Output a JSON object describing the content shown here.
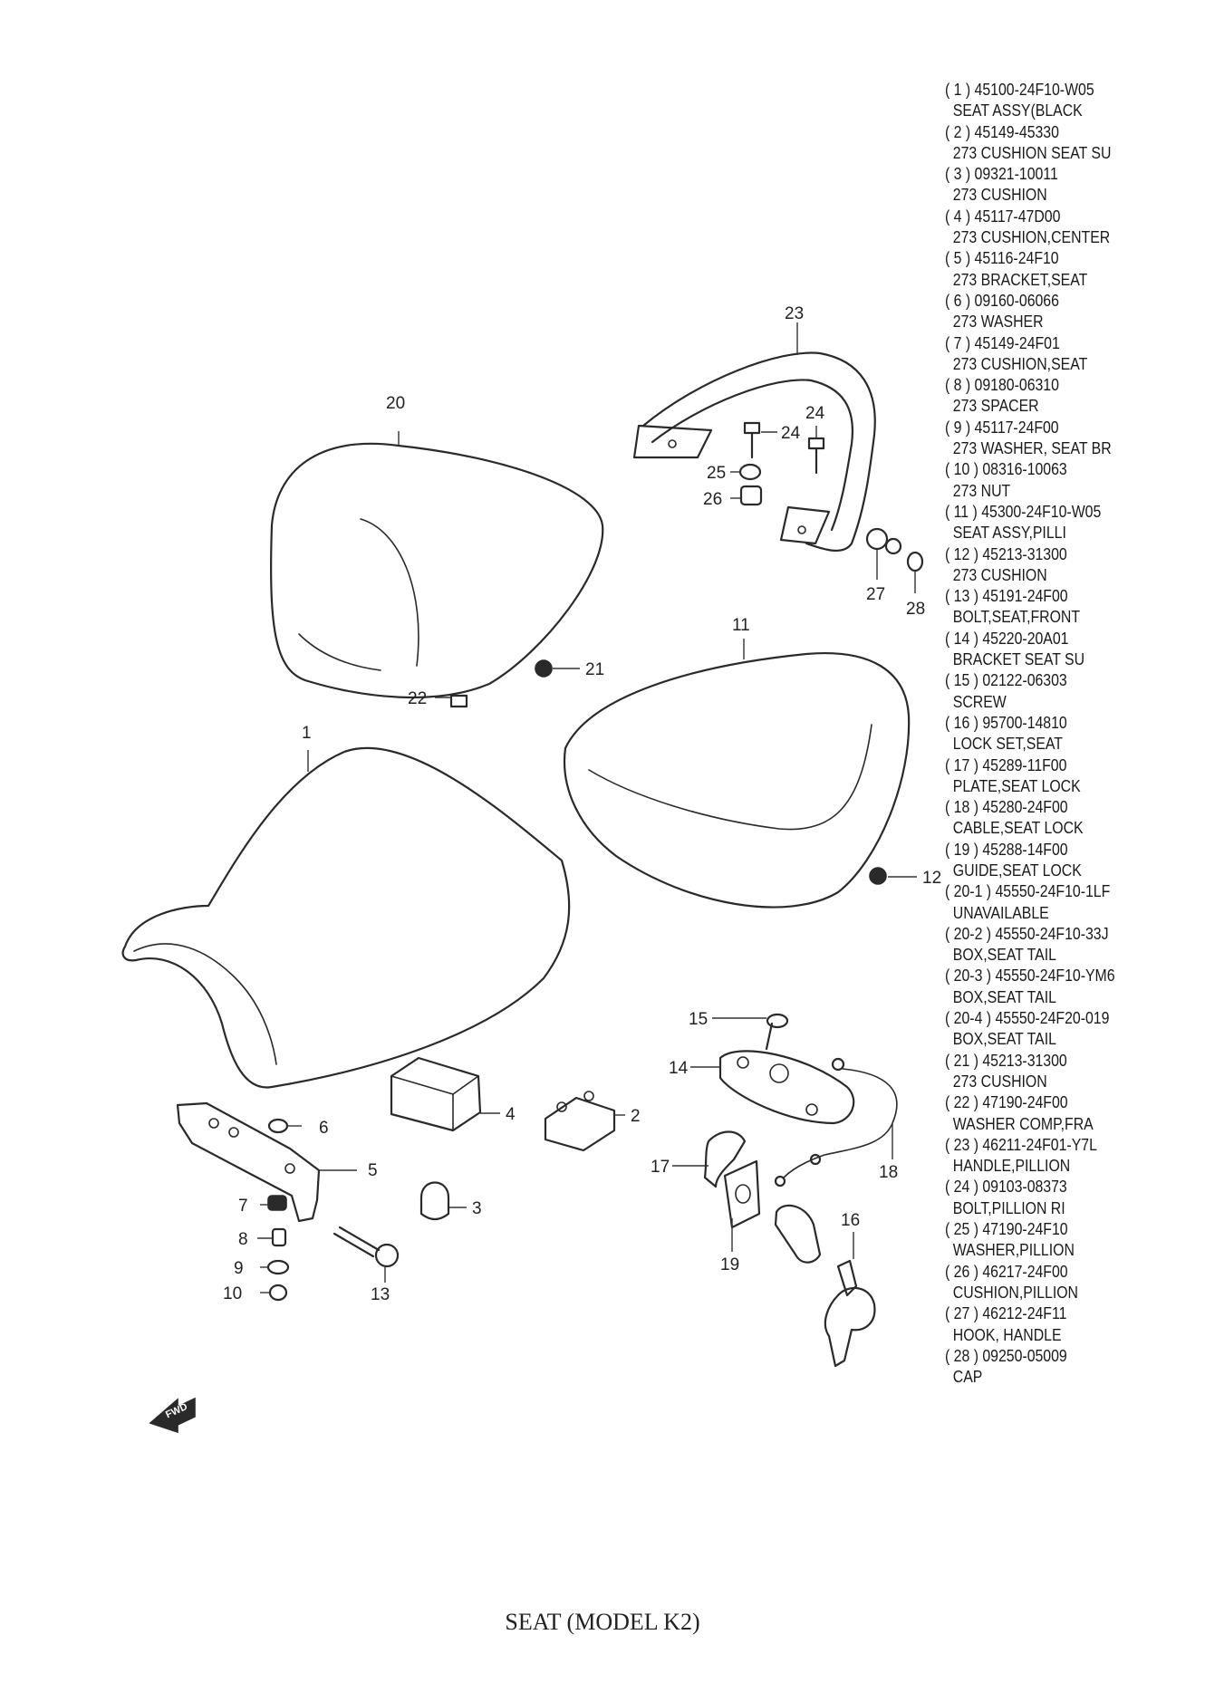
{
  "title": "SEAT (MODEL K2)",
  "fwd_label": "FWD",
  "callouts": [
    {
      "id": "c1",
      "label": "1"
    },
    {
      "id": "c2",
      "label": "2"
    },
    {
      "id": "c3",
      "label": "3"
    },
    {
      "id": "c4",
      "label": "4"
    },
    {
      "id": "c5",
      "label": "5"
    },
    {
      "id": "c6",
      "label": "6"
    },
    {
      "id": "c7",
      "label": "7"
    },
    {
      "id": "c8",
      "label": "8"
    },
    {
      "id": "c9",
      "label": "9"
    },
    {
      "id": "c10",
      "label": "10"
    },
    {
      "id": "c11",
      "label": "11"
    },
    {
      "id": "c12",
      "label": "12"
    },
    {
      "id": "c13",
      "label": "13"
    },
    {
      "id": "c14",
      "label": "14"
    },
    {
      "id": "c15",
      "label": "15"
    },
    {
      "id": "c16",
      "label": "16"
    },
    {
      "id": "c17",
      "label": "17"
    },
    {
      "id": "c18",
      "label": "18"
    },
    {
      "id": "c19",
      "label": "19"
    },
    {
      "id": "c20",
      "label": "20"
    },
    {
      "id": "c21",
      "label": "21"
    },
    {
      "id": "c22",
      "label": "22"
    },
    {
      "id": "c23",
      "label": "23"
    },
    {
      "id": "c24a",
      "label": "24"
    },
    {
      "id": "c24b",
      "label": "24"
    },
    {
      "id": "c25",
      "label": "25"
    },
    {
      "id": "c26",
      "label": "26"
    },
    {
      "id": "c27",
      "label": "27"
    },
    {
      "id": "c28",
      "label": "28"
    }
  ],
  "parts": [
    {
      "ref": "( 1 )  45100-24F10-W05",
      "desc": "SEAT ASSY(BLACK"
    },
    {
      "ref": "( 2 )  45149-45330",
      "desc": "273 CUSHION SEAT SU"
    },
    {
      "ref": "( 3 )  09321-10011",
      "desc": "273 CUSHION"
    },
    {
      "ref": "( 4 )  45117-47D00",
      "desc": "273 CUSHION,CENTER"
    },
    {
      "ref": "( 5 )  45116-24F10",
      "desc": "273 BRACKET,SEAT"
    },
    {
      "ref": "( 6 )  09160-06066",
      "desc": "273 WASHER"
    },
    {
      "ref": "( 7 )  45149-24F01",
      "desc": "273 CUSHION,SEAT"
    },
    {
      "ref": "( 8 )  09180-06310",
      "desc": "273 SPACER"
    },
    {
      "ref": "( 9 )  45117-24F00",
      "desc": "273 WASHER, SEAT BR"
    },
    {
      "ref": "( 10 )  08316-10063",
      "desc": "273 NUT"
    },
    {
      "ref": "( 11 )  45300-24F10-W05",
      "desc": "SEAT ASSY,PILLI"
    },
    {
      "ref": "( 12 )  45213-31300",
      "desc": "273 CUSHION"
    },
    {
      "ref": "( 13 )  45191-24F00",
      "desc": "BOLT,SEAT,FRONT"
    },
    {
      "ref": "( 14 )  45220-20A01",
      "desc": "BRACKET SEAT SU"
    },
    {
      "ref": "( 15 )  02122-06303",
      "desc": "SCREW"
    },
    {
      "ref": "( 16 )  95700-14810",
      "desc": "LOCK SET,SEAT"
    },
    {
      "ref": "( 17 )  45289-11F00",
      "desc": "PLATE,SEAT LOCK"
    },
    {
      "ref": "( 18 )  45280-24F00",
      "desc": "CABLE,SEAT LOCK"
    },
    {
      "ref": "( 19 )  45288-14F00",
      "desc": "GUIDE,SEAT LOCK"
    },
    {
      "ref": "( 20-1 )  45550-24F10-1LF",
      "desc": "UNAVAILABLE"
    },
    {
      "ref": "( 20-2 )  45550-24F10-33J",
      "desc": "BOX,SEAT TAIL"
    },
    {
      "ref": "( 20-3 )  45550-24F10-YM6",
      "desc": "BOX,SEAT TAIL"
    },
    {
      "ref": "( 20-4 )  45550-24F20-019",
      "desc": "BOX,SEAT TAIL"
    },
    {
      "ref": "( 21 )  45213-31300",
      "desc": "273 CUSHION"
    },
    {
      "ref": "( 22 )  47190-24F00",
      "desc": "WASHER COMP,FRA"
    },
    {
      "ref": "( 23 )  46211-24F01-Y7L",
      "desc": "HANDLE,PILLION"
    },
    {
      "ref": "( 24 )  09103-08373",
      "desc": "BOLT,PILLION RI"
    },
    {
      "ref": "( 25 )  47190-24F10",
      "desc": "WASHER,PILLION"
    },
    {
      "ref": "( 26 )  46217-24F00",
      "desc": "CUSHION,PILLION"
    },
    {
      "ref": "( 27 )  46212-24F11",
      "desc": "HOOK, HANDLE"
    },
    {
      "ref": "( 28 )  09250-05009",
      "desc": "CAP"
    }
  ]
}
